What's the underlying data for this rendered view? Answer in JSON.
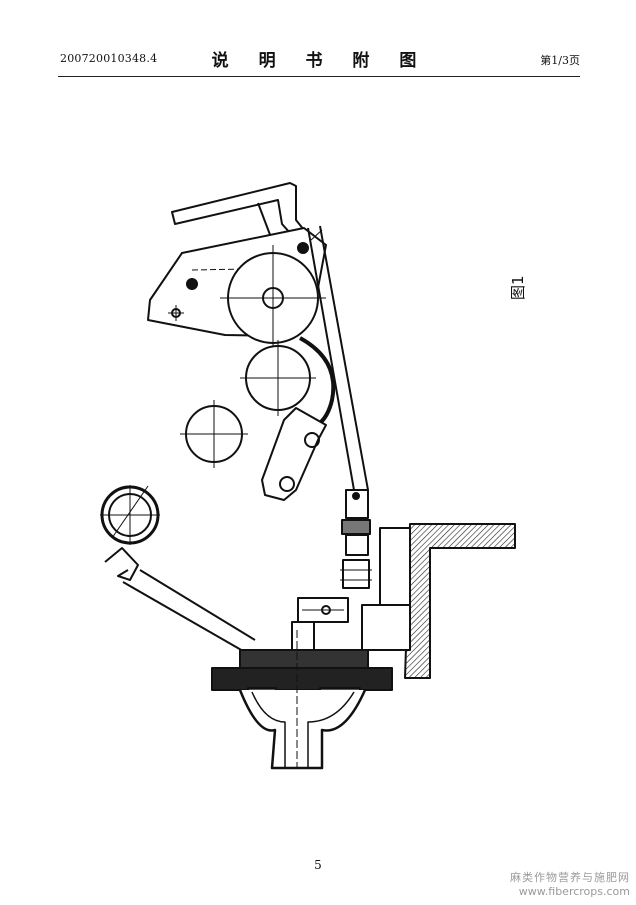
{
  "header": {
    "application_number": "200720010348.4",
    "title": "说 明 书 附 图",
    "page_info": "第1/3页"
  },
  "figure": {
    "label": "图1"
  },
  "footer": {
    "page_number": "5"
  },
  "watermark": {
    "line1": "麻类作物营养与施肥网",
    "line2": "www.fibercrops.com"
  }
}
